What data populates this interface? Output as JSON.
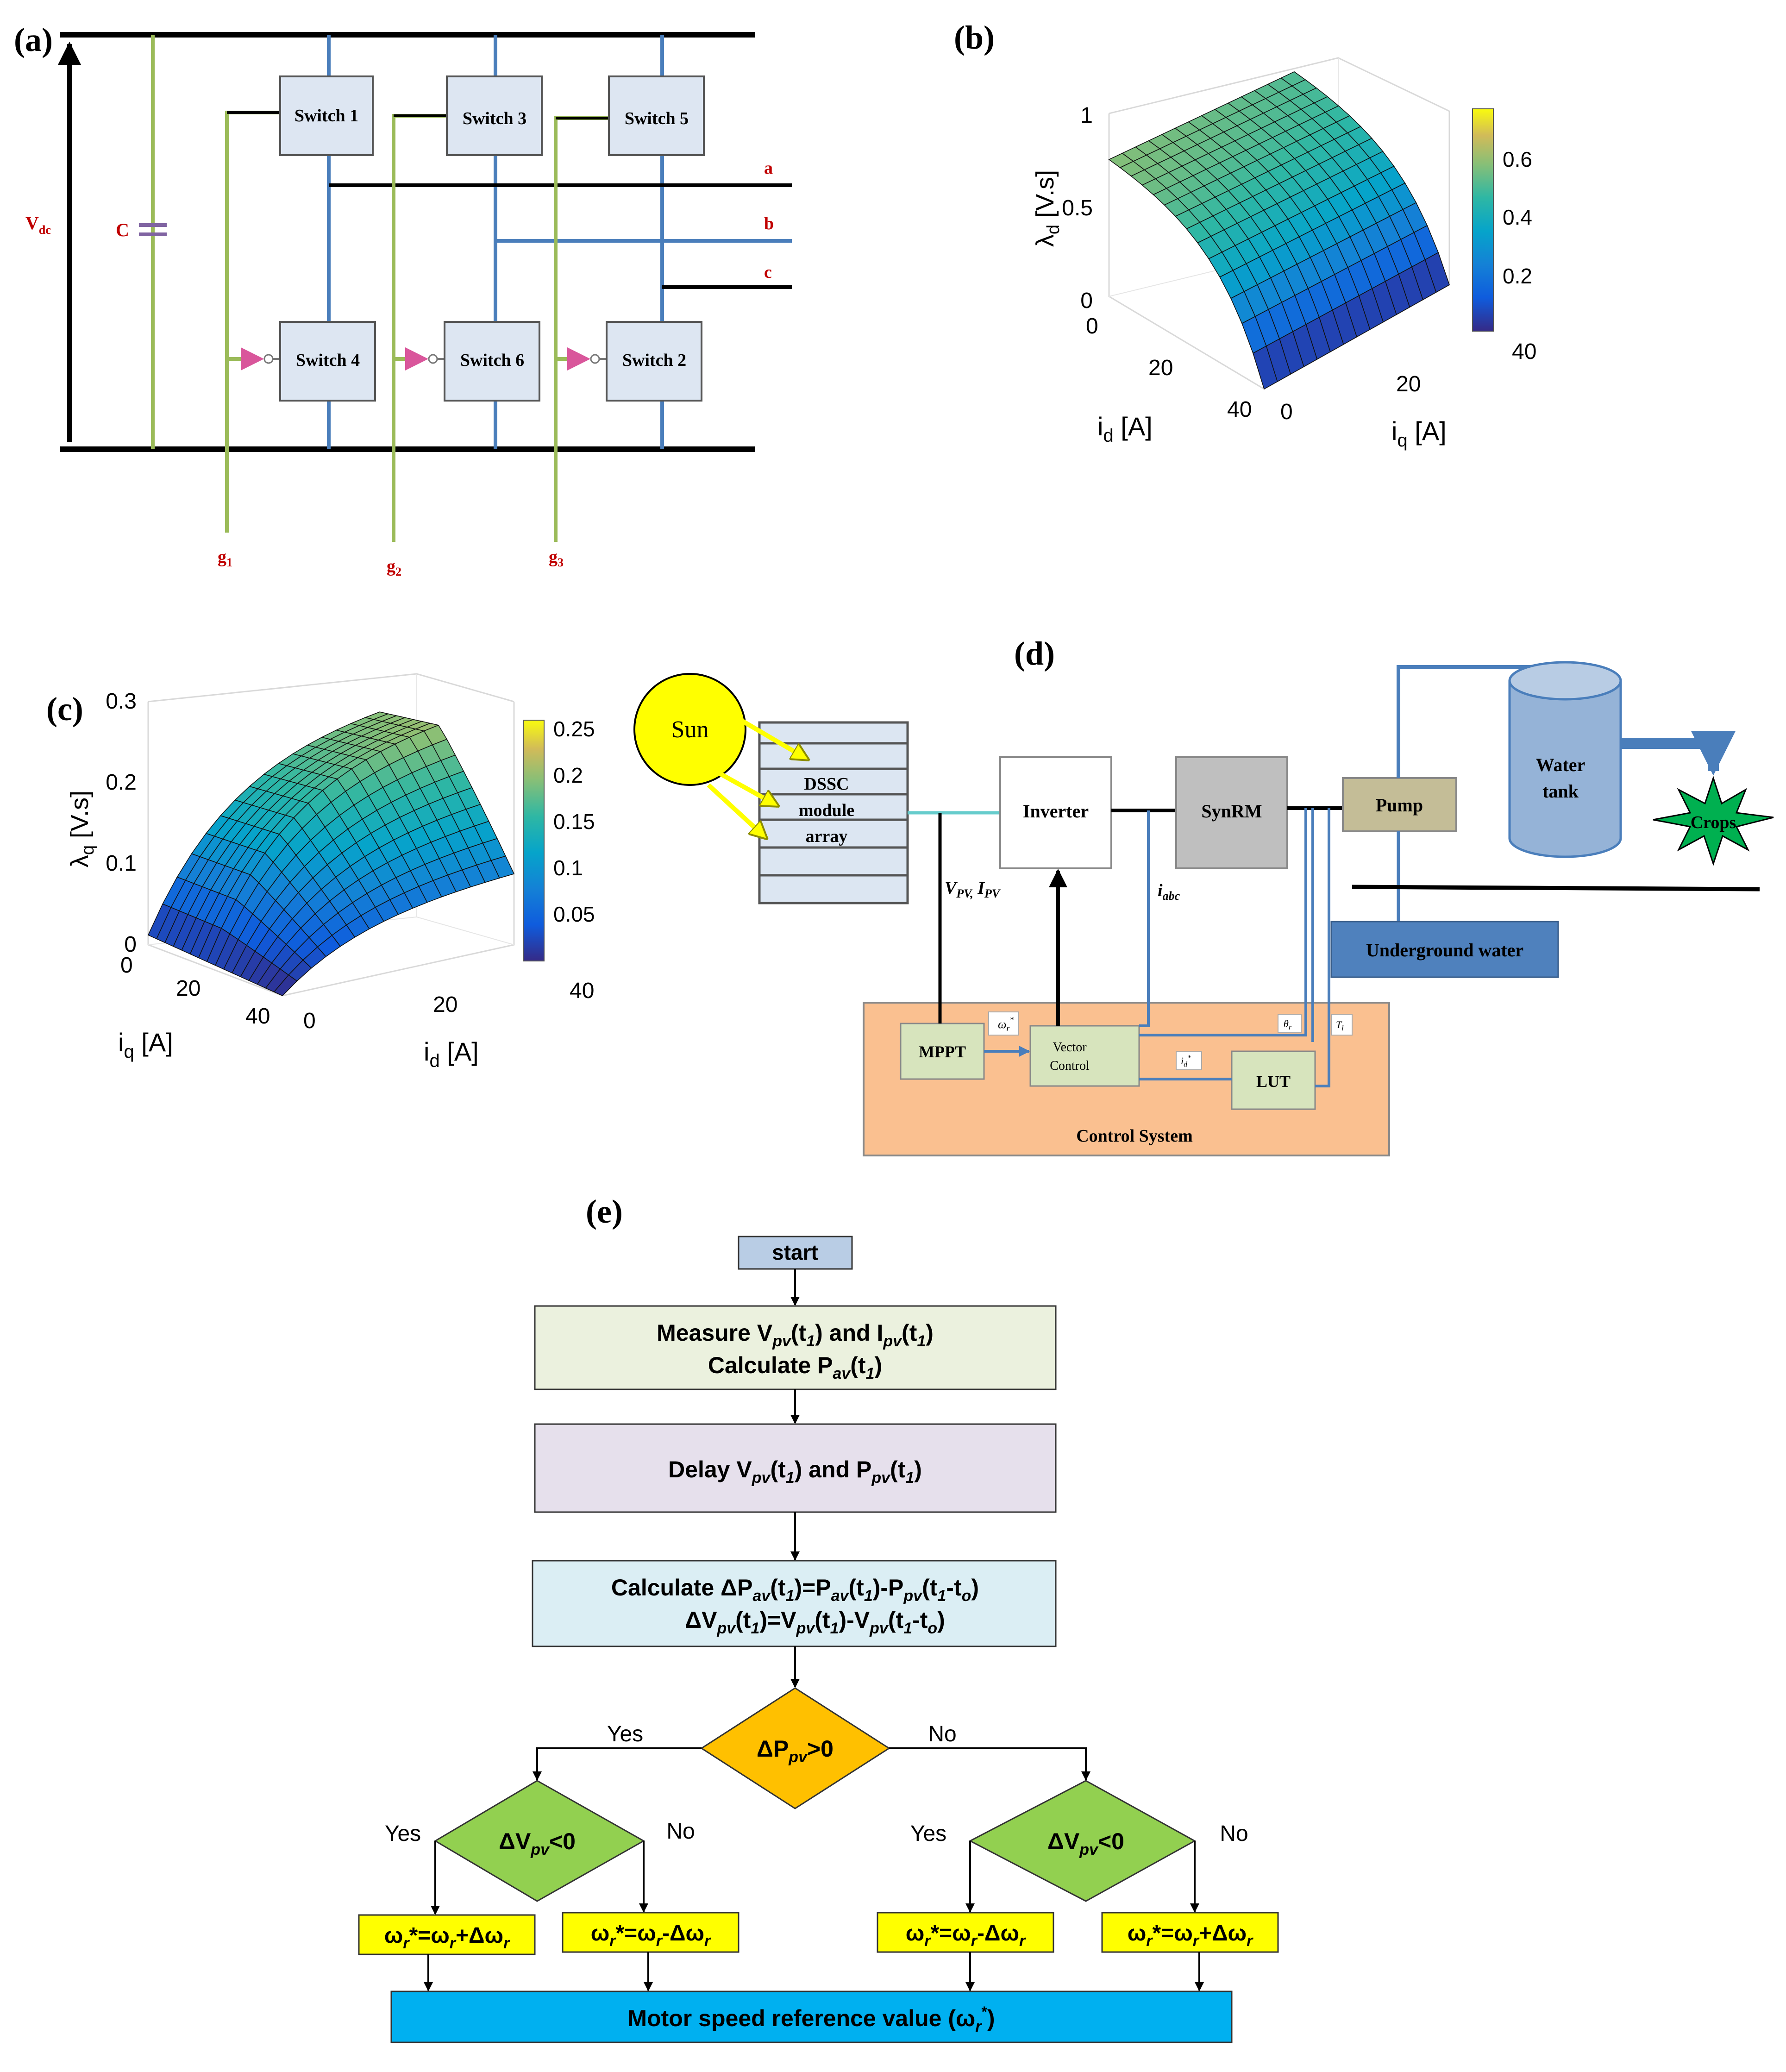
{
  "panel_labels": {
    "a": "(a)",
    "b": "(b)",
    "c": "(c)",
    "d": "(d)",
    "e": "(e)"
  },
  "inverter": {
    "vdc": "V",
    "vdc_sub": "dc",
    "cap": "C",
    "switches": [
      "Switch 1",
      "Switch 3",
      "Switch 5",
      "Switch 4",
      "Switch 6",
      "Switch 2"
    ],
    "phases": [
      "a",
      "b",
      "c"
    ],
    "gates": [
      {
        "g": "g",
        "sub": "1"
      },
      {
        "g": "g",
        "sub": "2"
      },
      {
        "g": "g",
        "sub": "3"
      }
    ]
  },
  "plot_b": {
    "zlabel": "λ",
    "zlabel_sub": "d",
    "zlabel_unit": " [V.s]",
    "xlabel": "i",
    "xlabel_sub": "d",
    "xlabel_unit": " [A]",
    "ylabel": "i",
    "ylabel_sub": "q",
    "ylabel_unit": " [A]",
    "zticks": [
      "1",
      "0.5",
      "0"
    ],
    "xticks": [
      "0",
      "20",
      "40"
    ],
    "yticks": [
      "0",
      "20",
      "40"
    ],
    "cbar_ticks": [
      "0.6",
      "0.4",
      "0.2"
    ]
  },
  "plot_c": {
    "zlabel": "λ",
    "zlabel_sub": "q",
    "zlabel_unit": " [V.s]",
    "xlabel": "i",
    "xlabel_sub": "q",
    "xlabel_unit": " [A]",
    "ylabel": "i",
    "ylabel_sub": "d",
    "ylabel_unit": " [A]",
    "zticks": [
      "0.3",
      "0.2",
      "0.1",
      "0"
    ],
    "xticks": [
      "0",
      "20",
      "40"
    ],
    "yticks": [
      "0",
      "20",
      "40"
    ],
    "cbar_ticks": [
      "0.25",
      "0.2",
      "0.15",
      "0.1",
      "0.05"
    ]
  },
  "system": {
    "sun": "Sun",
    "pv": [
      "DSSC",
      "module",
      "array"
    ],
    "inverter": "Inverter",
    "synrm": "SynRM",
    "pump": "Pump",
    "tank": [
      "Water",
      "tank"
    ],
    "crops": "Crops",
    "underground": "Underground water",
    "vpv": "V",
    "vpv_sub": "PV,",
    "ipv": " I",
    "ipv_sub": "PV",
    "iabc": "i",
    "iabc_sub": "abc",
    "mppt": "MPPT",
    "vector": [
      "Vector",
      "Control"
    ],
    "lut": "LUT",
    "control": "Control System",
    "wr": "ω",
    "wr_sub": "r",
    "wr_sup": "*",
    "theta": "θ",
    "theta_sub": "r",
    "tl": "T",
    "tl_sub": "l",
    "id": "i",
    "id_sub": "d",
    "id_sup": "*"
  },
  "flow": {
    "start": "start",
    "box1_l1": [
      "Measure ",
      "V",
      "pv",
      "(",
      "t",
      "1",
      ") and ",
      "I",
      "pv",
      "(",
      "t",
      "1",
      ")"
    ],
    "box1_l2": [
      "Calculate ",
      "P",
      "av",
      "(",
      "t",
      "1",
      ")"
    ],
    "box2": [
      "Delay ",
      "V",
      "pv",
      "(",
      "t",
      "1",
      ") and ",
      "P",
      "pv",
      "(",
      "t",
      "1",
      ")"
    ],
    "box3_l1": [
      "Calculate ΔP",
      "av",
      "(t",
      "1",
      ")=P",
      "av",
      "(t",
      "1",
      ")-P",
      "pv",
      "(t",
      "1",
      "-t",
      "o",
      ")"
    ],
    "box3_l2": [
      "ΔV",
      "pv",
      "(t",
      "1",
      ")=V",
      "pv",
      "(t",
      "1",
      ")-V",
      "pv",
      "(t",
      "1",
      "-t",
      "o",
      ")"
    ],
    "dec1": [
      "ΔP",
      "pv",
      ">0"
    ],
    "dec2": [
      "ΔV",
      "pv",
      "<0"
    ],
    "dec3": [
      "ΔV",
      "pv",
      "<0"
    ],
    "yes": "Yes",
    "no": "No",
    "out1": [
      "ω",
      "r",
      "*=ω",
      "r",
      "+Δω",
      "r"
    ],
    "out2": [
      "ω",
      "r",
      "*=ω",
      "r",
      "-Δω",
      "r"
    ],
    "out3": [
      "ω",
      "r",
      "*=ω",
      "r",
      "-Δω",
      "r"
    ],
    "out4": [
      "ω",
      "r",
      "*=ω",
      "r",
      "+Δω",
      "r"
    ],
    "final": [
      "Motor speed reference value (ω",
      "r",
      "*",
      ")"
    ]
  },
  "colors": {
    "bus_blue": "#4a7ebb",
    "gate_green": "#9bbb59",
    "red_label": "#c00000",
    "switch_fill": "#dde6f2",
    "sun": "#ffff00",
    "pv_fill": "#dce6f2",
    "synrm_fill": "#bfbfbf",
    "pump_fill": "#c4bd97",
    "tank_fill": "#95b3d7",
    "crops": "#00b050",
    "underground": "#4f81bd",
    "control_fill": "#fac090",
    "ctrl_block": "#d7e4bd",
    "start_fill": "#b9cde5",
    "box1_fill": "#ebf1de",
    "box2_fill": "#e6e0ec",
    "box3_fill": "#dbeef4",
    "dec1_fill": "#ffc000",
    "dec2_fill": "#92d050",
    "out_fill": "#ffff00",
    "final_fill": "#00b0f0"
  }
}
